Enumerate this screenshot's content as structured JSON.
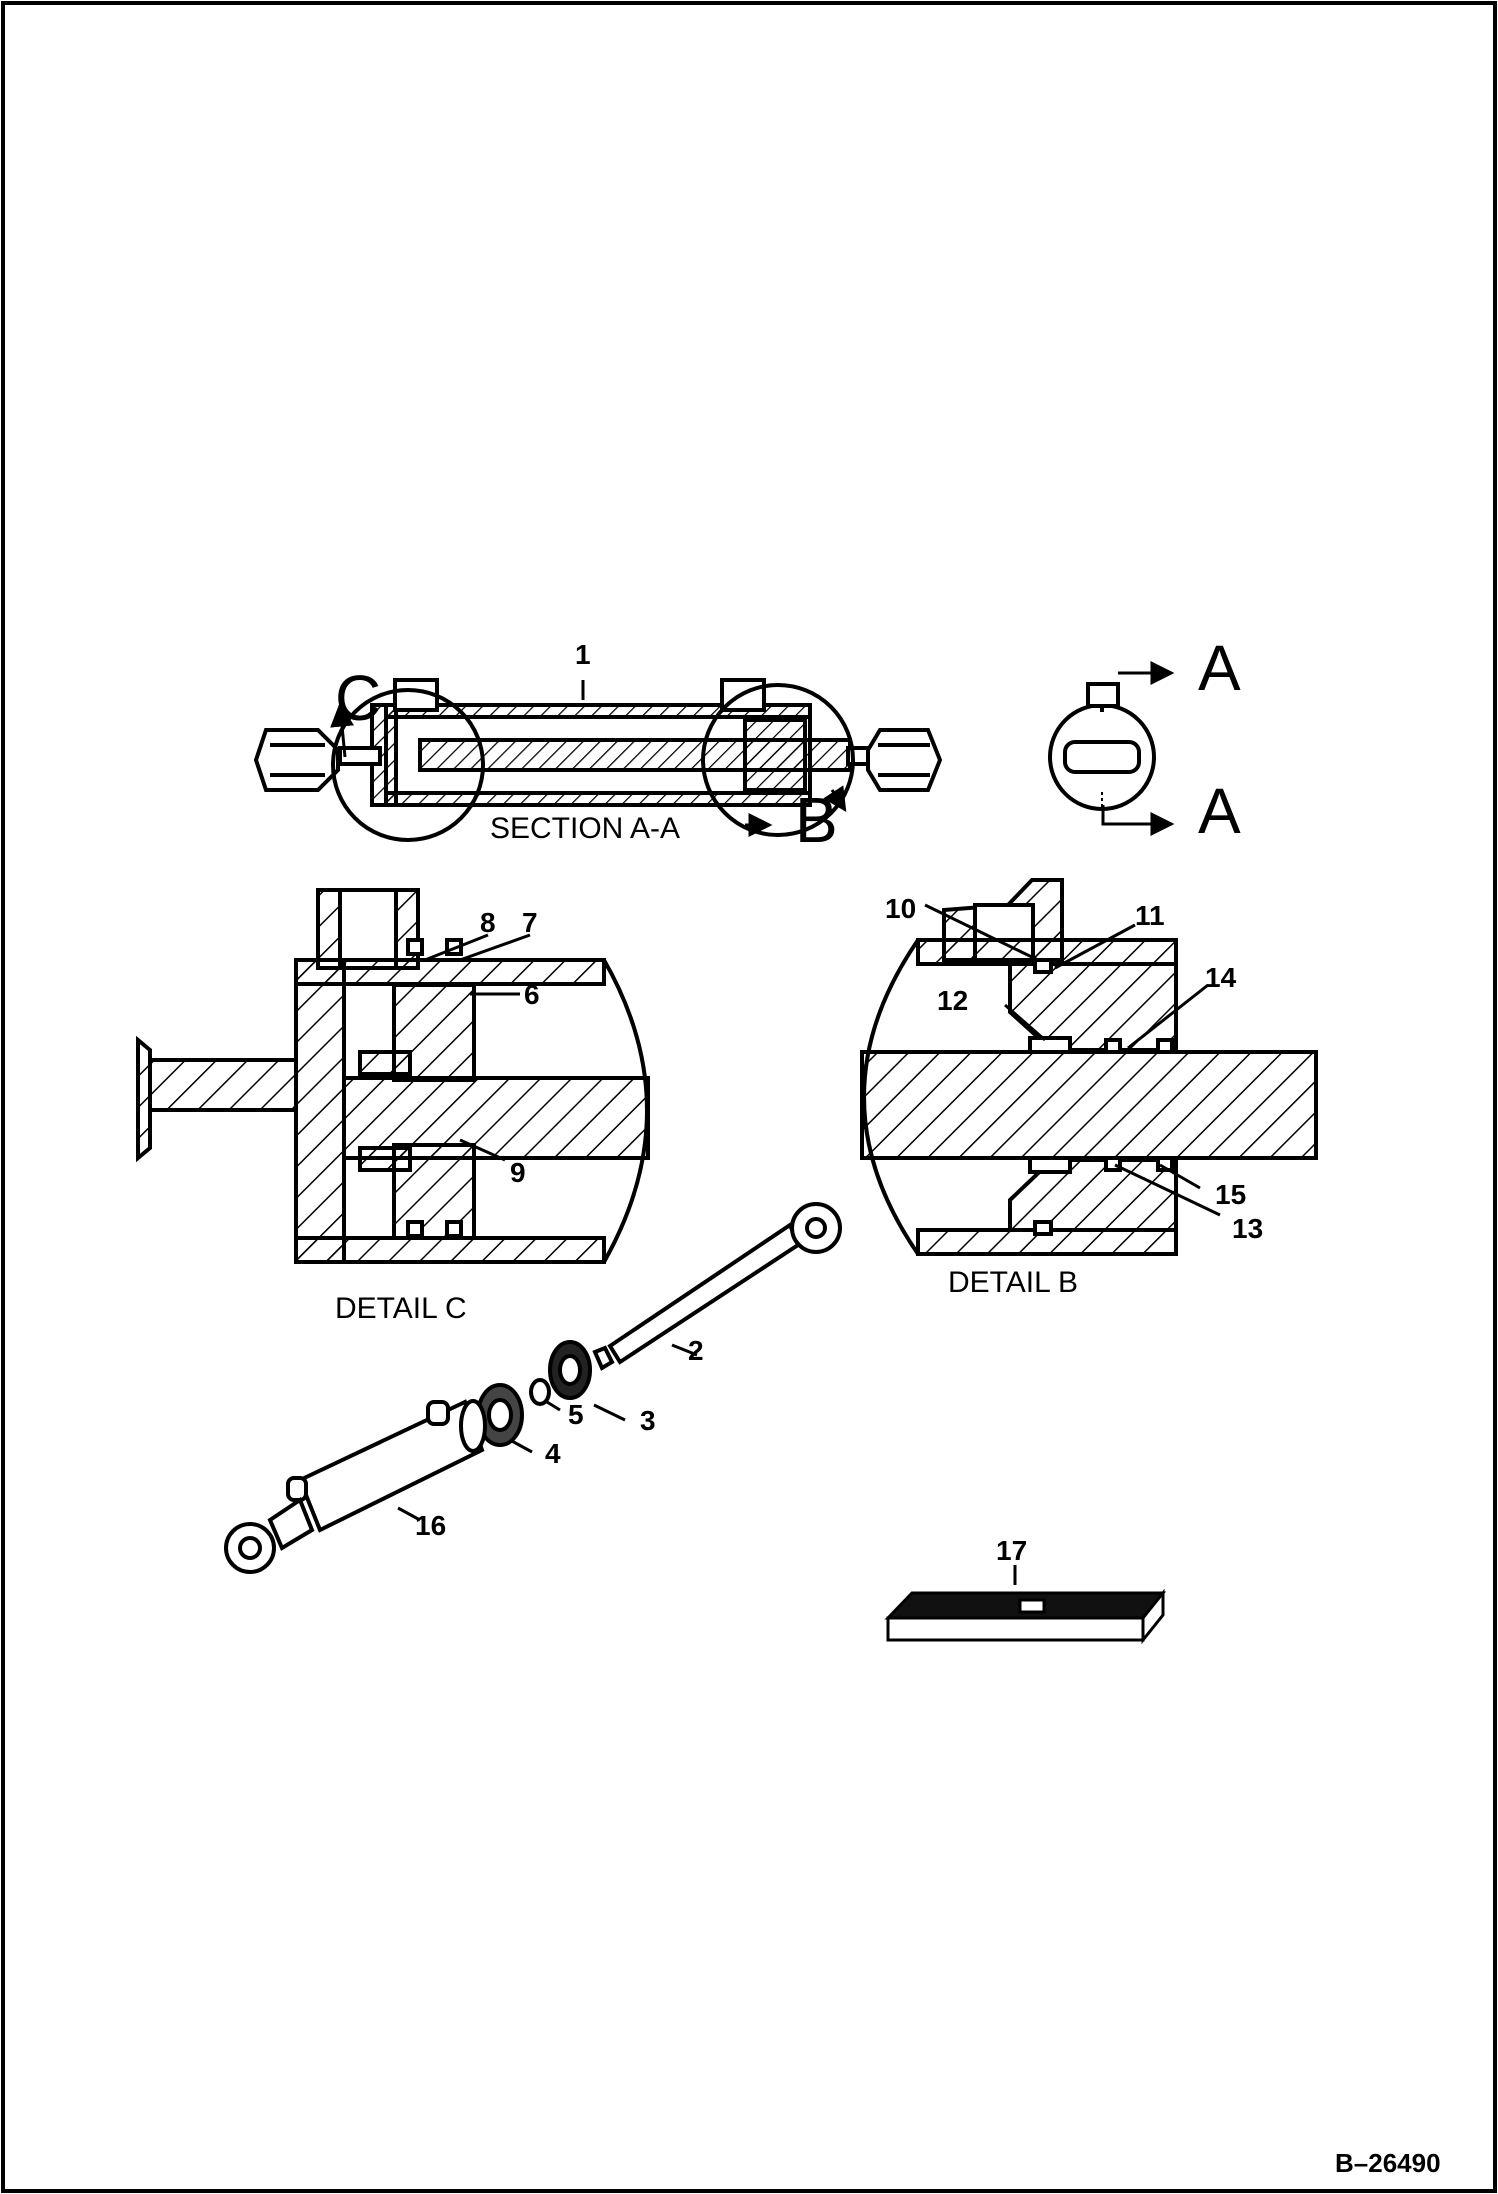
{
  "drawing": {
    "doc_number": "B–26490",
    "section_label": "SECTION A-A",
    "detail_c_label": "DETAIL C",
    "detail_b_label": "DETAIL B",
    "view_letters": {
      "c": "C",
      "b": "B",
      "a_top": "A",
      "a_bottom": "A"
    },
    "callouts": [
      "1",
      "2",
      "3",
      "4",
      "5",
      "6",
      "7",
      "8",
      "9",
      "10",
      "11",
      "12",
      "13",
      "14",
      "15",
      "16",
      "17"
    ]
  }
}
